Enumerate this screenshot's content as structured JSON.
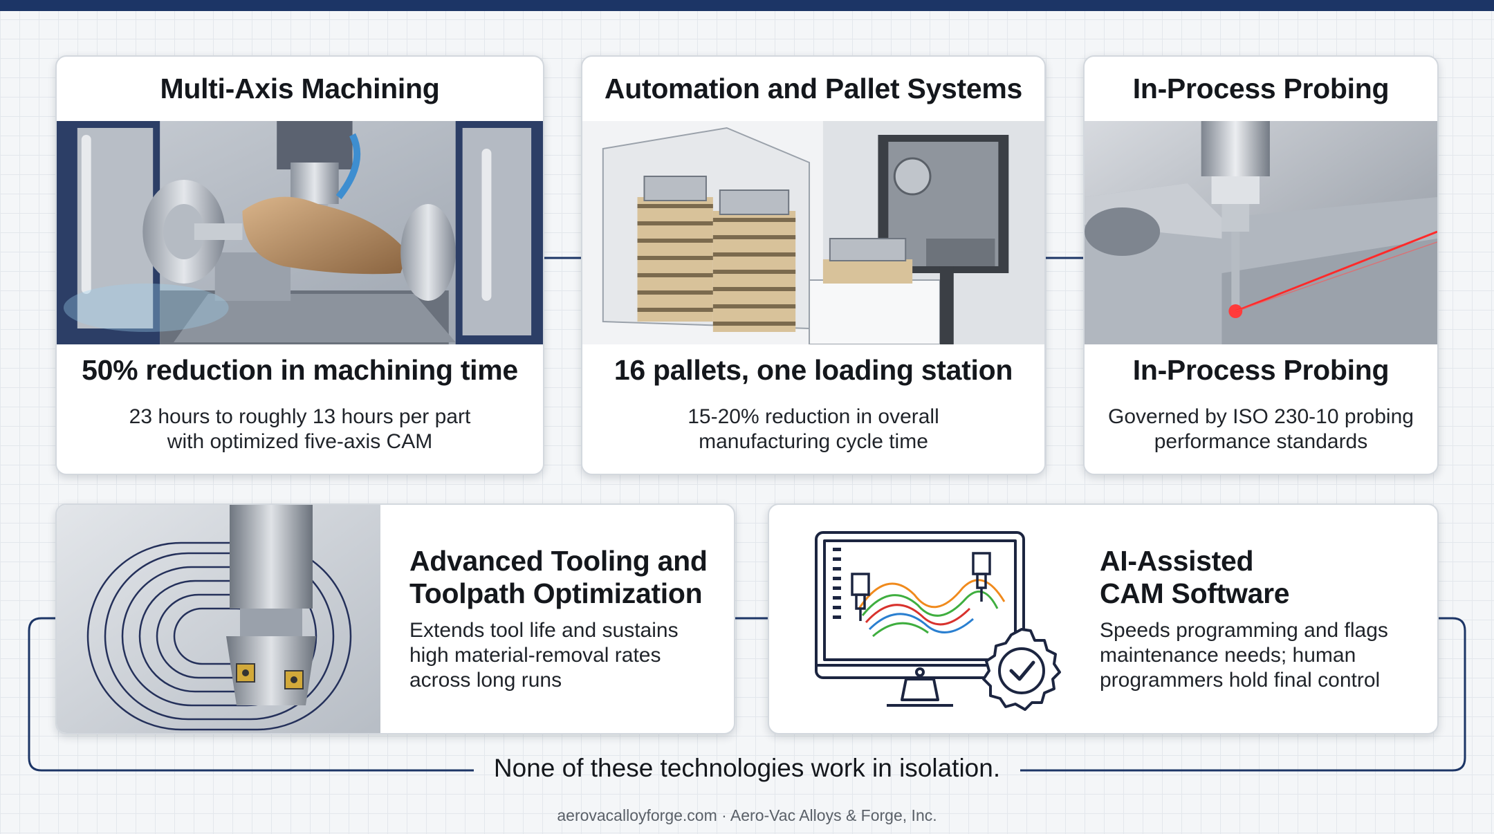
{
  "cards": [
    {
      "title": "Multi-Axis Machining",
      "stat": "50% reduction in machining time",
      "description": "23 hours to roughly 13 hours per part\nwith optimized five-axis CAM",
      "image": "five-axis-cnc-machine-illustration"
    },
    {
      "title": "Automation and Pallet Systems",
      "stat": "16 pallets, one loading station",
      "description": "15-20% reduction in overall\nmanufacturing cycle time",
      "image": "pallet-stack-and-machine-illustration"
    },
    {
      "title": "In-Process Probing",
      "stat": "In-Process Probing",
      "description": "Governed by ISO 230-10 probing\nperformance standards",
      "image": "spindle-probe-on-workpiece-illustration"
    }
  ],
  "wide_cards": [
    {
      "title": "Advanced Tooling and\nToolpath Optimization",
      "description": "Extends tool life and sustains\nhigh material-removal rates\nacross long runs",
      "image": "milling-cutter-toolpath-illustration"
    },
    {
      "title": "AI-Assisted\nCAM Software",
      "description": "Speeds programming and flags\nmaintenance needs; human\nprogrammers hold final control",
      "icon": "monitor-cam-gear-check-icon"
    }
  ],
  "footer_note": "None of these technologies work in isolation.",
  "credit": "aerovacalloyforge.com · Aero-Vac Alloys & Forge, Inc.",
  "colors": {
    "accent_navy": "#1c3566",
    "card_background": "#ffffff",
    "page_background": "#f4f6f8",
    "probe_laser": "#ff2a2a",
    "toolpath_green": "#3fae3f",
    "toolpath_orange": "#f08a1c"
  }
}
